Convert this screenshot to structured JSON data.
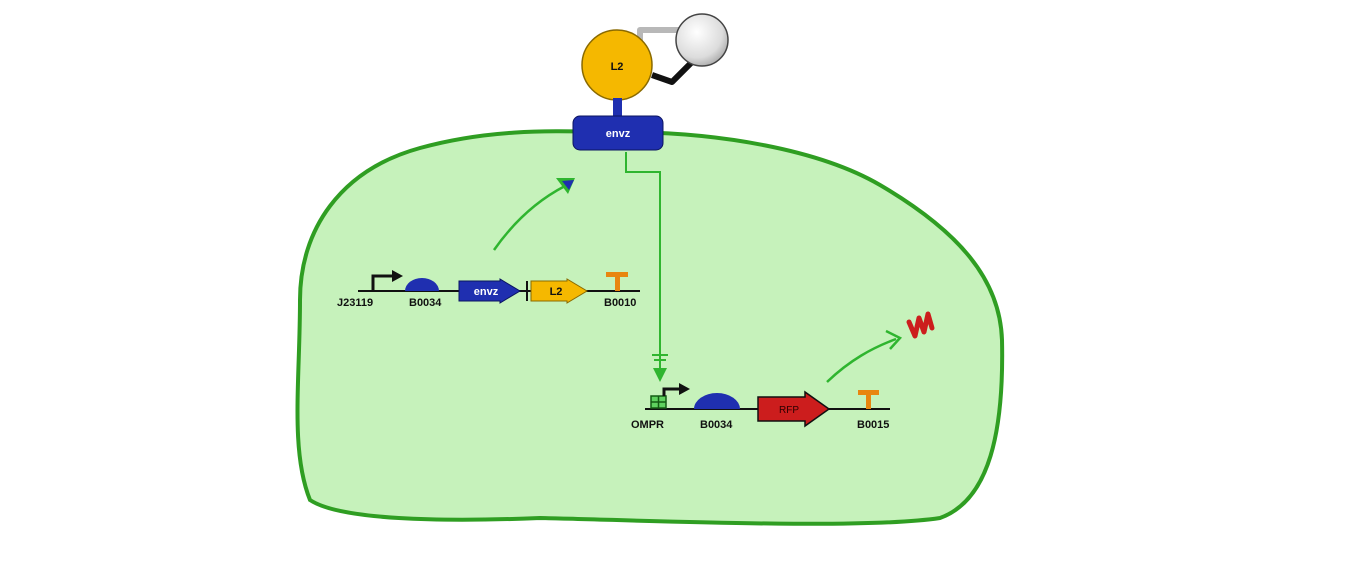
{
  "colors": {
    "cell_fill": "#c6f2bb",
    "cell_stroke": "#2f9e22",
    "arrow_green": "#2fb52f",
    "receptor_blue": "#1f2fb0",
    "ligand_yellow": "#f5b800",
    "rbs_blue": "#1f2fb0",
    "terminator_orange": "#e8860f",
    "rfp_red": "#cc1d1d",
    "dark": "#111111"
  },
  "ligand": {
    "label": "L2"
  },
  "receptor": {
    "label": "envz"
  },
  "constitutive_circuit": {
    "promoter": "J23119",
    "rbs": "B0034",
    "gene1": "envz",
    "gene2": "L2",
    "terminator": "B0010"
  },
  "reporter_circuit": {
    "promoter": "OMPR",
    "rbs": "B0034",
    "gene": "RFP",
    "terminator": "B0015"
  }
}
